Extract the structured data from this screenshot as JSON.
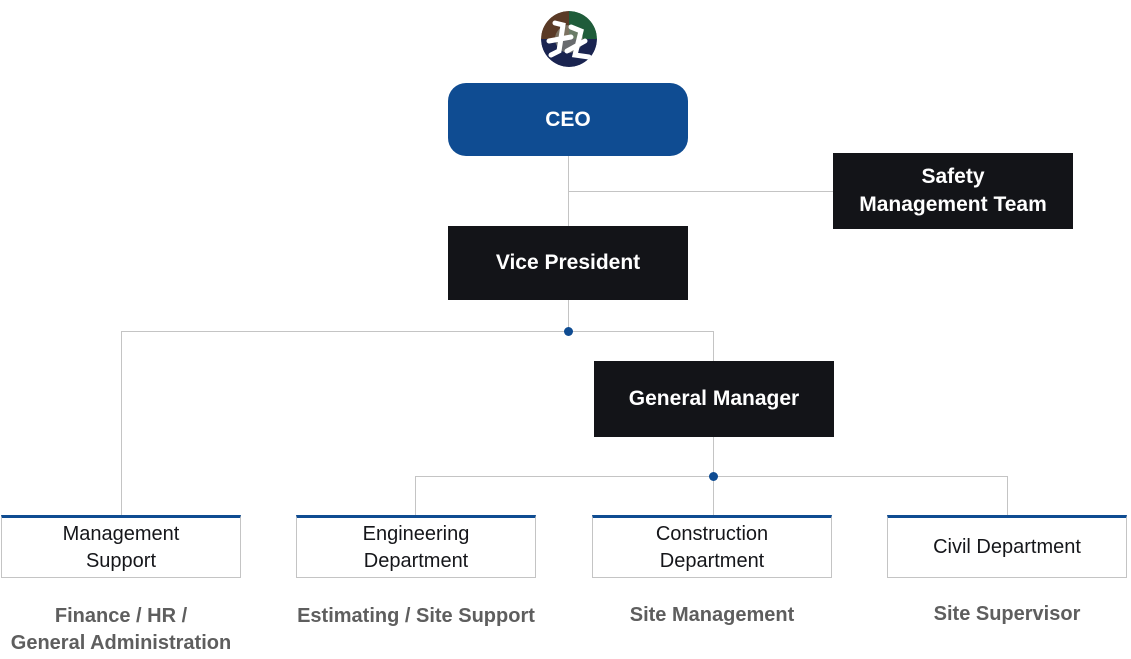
{
  "logo": {
    "icon": "company-logo-icon",
    "colors": [
      "#5a3a26",
      "#1f5c3a",
      "#1a2450"
    ]
  },
  "colors": {
    "accent": "#0f4c92",
    "dark_box": "#131418",
    "connector": "#c4c4c4",
    "subtext": "#5e5e5e"
  },
  "nodes": {
    "ceo": "CEO",
    "safety": [
      "Safety",
      "Management Team"
    ],
    "vice_president": "Vice President",
    "general_manager": "General Manager"
  },
  "departments": [
    {
      "name": [
        "Management",
        "Support"
      ],
      "roles": [
        "Finance / HR /",
        "General Administration"
      ]
    },
    {
      "name": [
        "Engineering",
        "Department"
      ],
      "roles": [
        "Estimating / Site Support"
      ]
    },
    {
      "name": [
        "Construction",
        "Department"
      ],
      "roles": [
        "Site Management"
      ]
    },
    {
      "name": [
        "Civil Department"
      ],
      "roles": [
        "Site Supervisor"
      ]
    }
  ]
}
